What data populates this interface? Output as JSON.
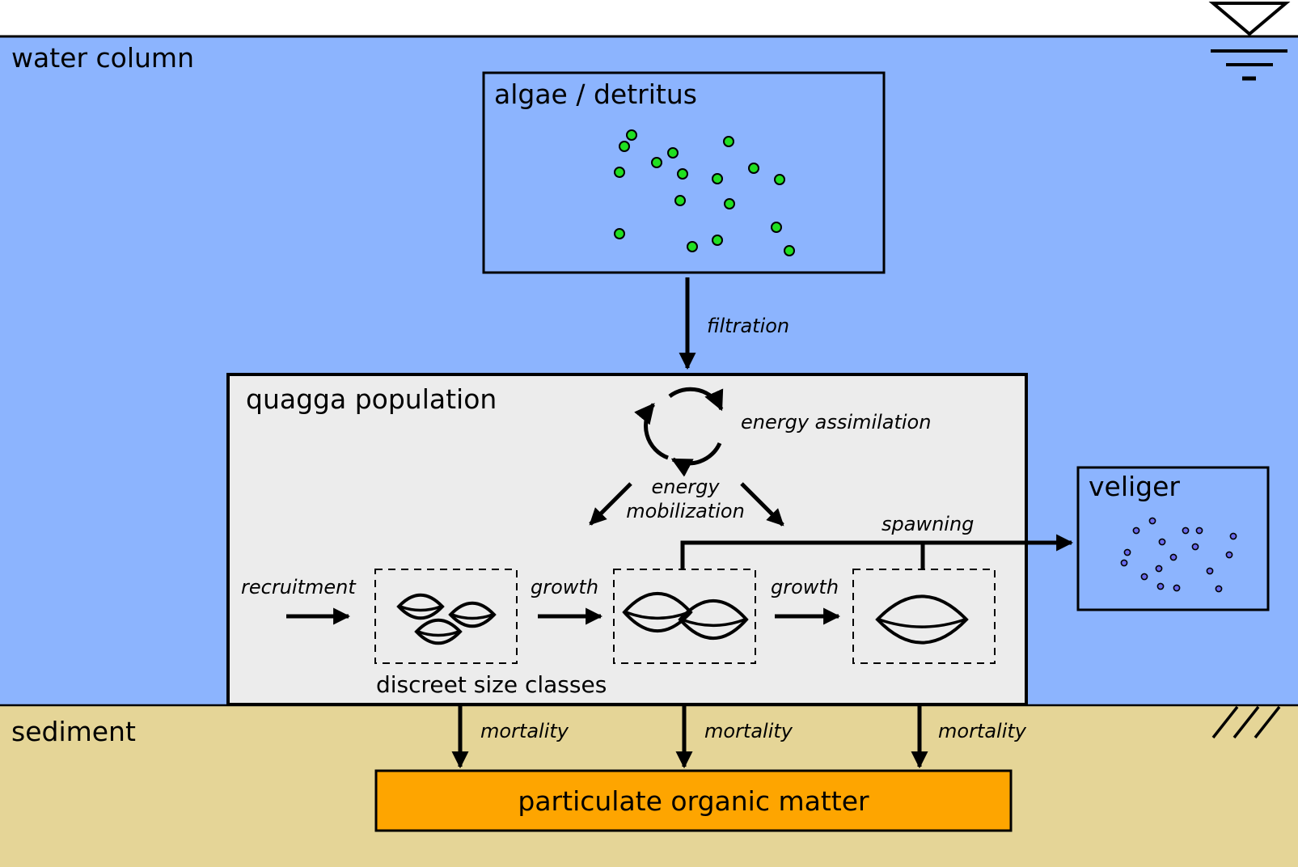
{
  "zones": {
    "water_label": "water column",
    "sediment_label": "sediment"
  },
  "boxes": {
    "algae": "algae / detritus",
    "quagga": "quagga population",
    "veliger": "veliger",
    "pom": "particulate organic matter",
    "size_classes": "discreet size classes"
  },
  "processes": {
    "filtration": "filtration",
    "energy_assimilation": "energy assimilation",
    "energy_mobilization_1": "energy",
    "energy_mobilization_2": "mobilization",
    "spawning": "spawning",
    "recruitment": "recruitment",
    "growth_1": "growth",
    "growth_2": "growth",
    "mortality_1": "mortality",
    "mortality_2": "mortality",
    "mortality_3": "mortality"
  },
  "colors": {
    "water": "#8cb4fe",
    "sediment": "#e5d597",
    "quagga_box": "#ececec",
    "pom_box": "#fea500",
    "algae_dot": "#20e020",
    "veliger_dot": "#6a6af0",
    "stroke": "#000000"
  },
  "icons": {
    "water_surface": "water-level-triangle-icon",
    "ground": "ground-hatch-icon",
    "cycle": "cycle-arrows-icon",
    "mussel": "mussel-shell-icon"
  }
}
